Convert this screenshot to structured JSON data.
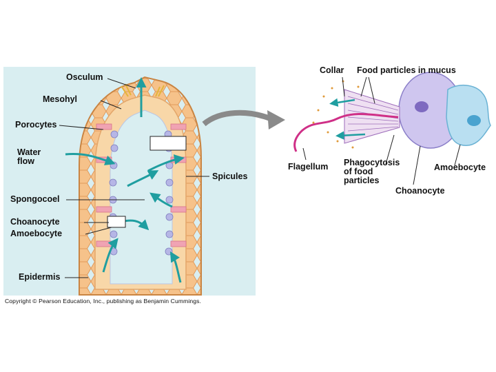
{
  "labels": {
    "osculum": "Osculum",
    "mesohyl": "Mesohyl",
    "porocytes": "Porocytes",
    "water_flow": "Water flow",
    "spongocoel": "Spongocoel",
    "choanocyte_left": "Choanocyte",
    "amoebocyte_left": "Amoebocyte",
    "epidermis": "Epidermis",
    "spicules": "Spicules",
    "collar": "Collar",
    "food_particles": "Food particles in mucus",
    "flagellum": "Flagellum",
    "phagocytosis": "Phagocytosis of food particles",
    "amoebocyte_right": "Amoebocyte",
    "choanocyte_right": "Choanocyte"
  },
  "copyright": "Copyright © Pearson Education, Inc., publishing as Benjamin Cummings."
}
